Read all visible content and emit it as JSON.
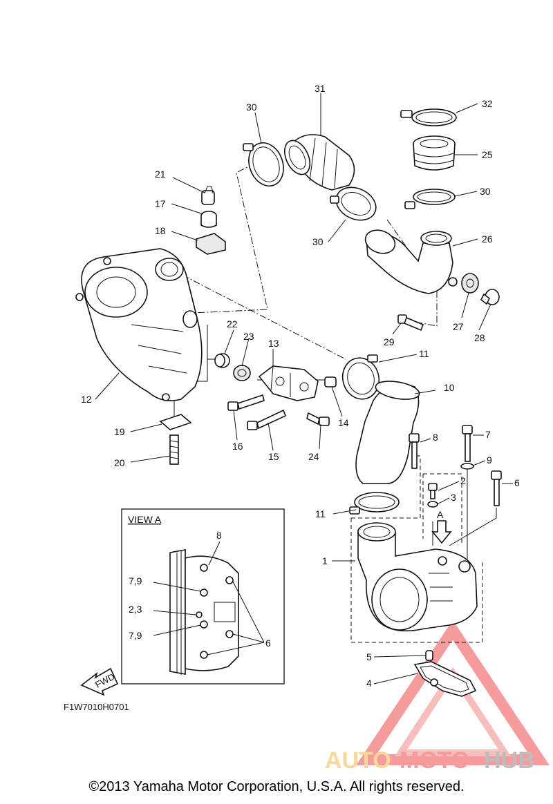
{
  "callouts": [
    "1",
    "2",
    "3",
    "4",
    "5",
    "6",
    "7",
    "8",
    "9",
    "10",
    "11",
    "11",
    "12",
    "13",
    "14",
    "15",
    "16",
    "17",
    "18",
    "19",
    "20",
    "21",
    "22",
    "23",
    "24",
    "25",
    "26",
    "27",
    "28",
    "29",
    "30",
    "30",
    "30",
    "31",
    "32"
  ],
  "view_a": {
    "title": "VIEW A",
    "labels": [
      "8",
      "7,9",
      "2,3",
      "7,9",
      "6"
    ]
  },
  "arrow_label": "A",
  "fwd_label": "FWD",
  "drawing_code": "F1W7010H0701",
  "copyright": "©2013 Yamaha Motor Corporation, U.S.A. All rights reserved.",
  "watermark": {
    "word_a": "AUTO",
    "word_b": "MOTO",
    "word_c": "HUB",
    "color_a": "#f6b84a",
    "color_b": "#ef4a4a",
    "color_c": "#888888"
  }
}
